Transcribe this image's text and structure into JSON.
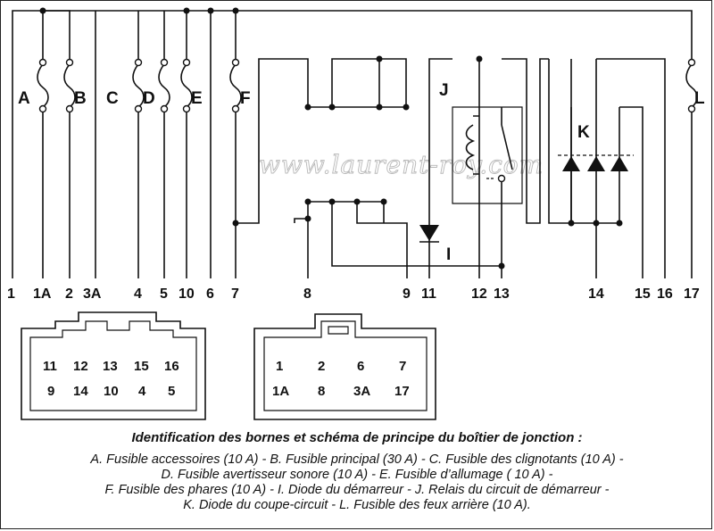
{
  "watermark": "www.laurent-roy.com",
  "components": {
    "A": "A",
    "B": "B",
    "C": "C",
    "D": "D",
    "E": "E",
    "F": "F",
    "J": "J",
    "K": "K",
    "I": "I",
    "L": "L"
  },
  "terminals": [
    "1",
    "1A",
    "2",
    "3A",
    "4",
    "5",
    "10",
    "6",
    "7",
    "8",
    "9",
    "11",
    "12",
    "13",
    "14",
    "15",
    "16",
    "17"
  ],
  "connector_left": {
    "row1": [
      "11",
      "12",
      "13",
      "15",
      "16"
    ],
    "row2": [
      "9",
      "14",
      "10",
      "4",
      "5"
    ]
  },
  "connector_right": {
    "row1": [
      "1",
      "2",
      "6",
      "7"
    ],
    "row2": [
      "1A",
      "8",
      "3A",
      "17"
    ]
  },
  "caption": {
    "title": "Identification des bornes et schéma de principe du boîtier de jonction :",
    "lines": [
      "A. Fusible accessoires (10 A) - B. Fusible principal (30 A) - C. Fusible des clignotants (10 A) -",
      "D. Fusible avertisseur sonore (10 A) - E. Fusible d’allumage ( 10 A) -",
      "F. Fusible des phares (10 A) - I. Diode du démarreur - J. Relais du circuit de démarreur -",
      "K. Diode du coupe-circuit - L. Fusible des feux arrière (10 A)."
    ]
  }
}
